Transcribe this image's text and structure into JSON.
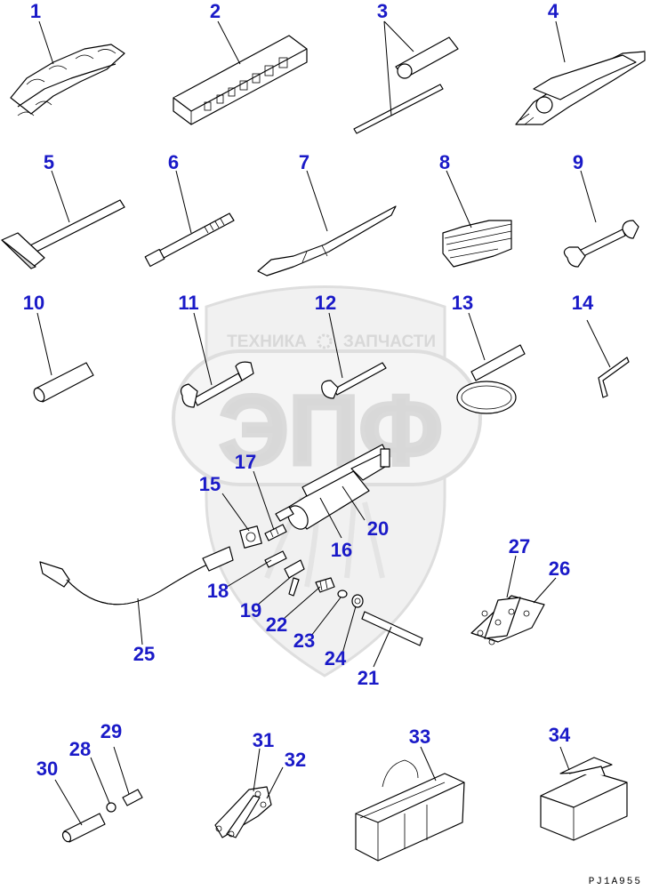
{
  "watermark": {
    "line1": "ТЕХНИКА",
    "line2": "ЗАПЧАСТИ",
    "logo": "ЭПФ",
    "color": "#b9b9b9"
  },
  "label_color": "#1a1ac8",
  "drawing_code": "PJ1A955",
  "callouts": [
    "1",
    "2",
    "3",
    "4",
    "5",
    "6",
    "7",
    "8",
    "9",
    "10",
    "11",
    "12",
    "13",
    "14",
    "15",
    "16",
    "17",
    "18",
    "19",
    "20",
    "21",
    "22",
    "23",
    "24",
    "25",
    "26",
    "27",
    "28",
    "29",
    "30",
    "31",
    "32",
    "33",
    "34"
  ]
}
